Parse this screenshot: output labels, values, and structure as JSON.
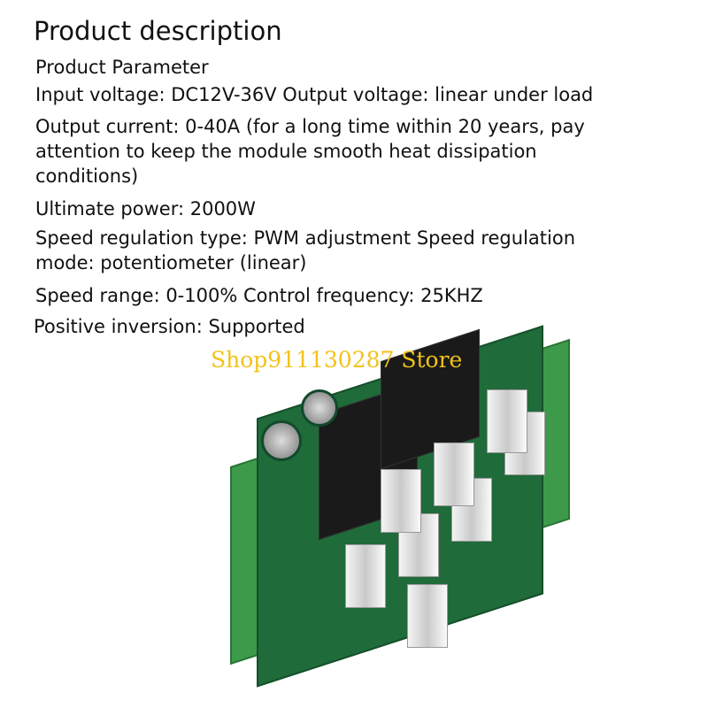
{
  "title": "Product description",
  "lines": [
    "Product Parameter",
    "Input voltage: DC12V-36V Output voltage: linear under load",
    "Output current: 0-40A (for a long time within 20 years, pay",
    "attention to keep the module smooth heat dissipation",
    "conditions)",
    "Ultimate power: 2000W",
    "Speed regulation type: PWM adjustment Speed regulation",
    "mode: potentiometer (linear)",
    "Speed range: 0-100% Control frequency: 25KHZ",
    "Positive inversion: Supported"
  ],
  "watermark": "Shop911130287 Store"
}
